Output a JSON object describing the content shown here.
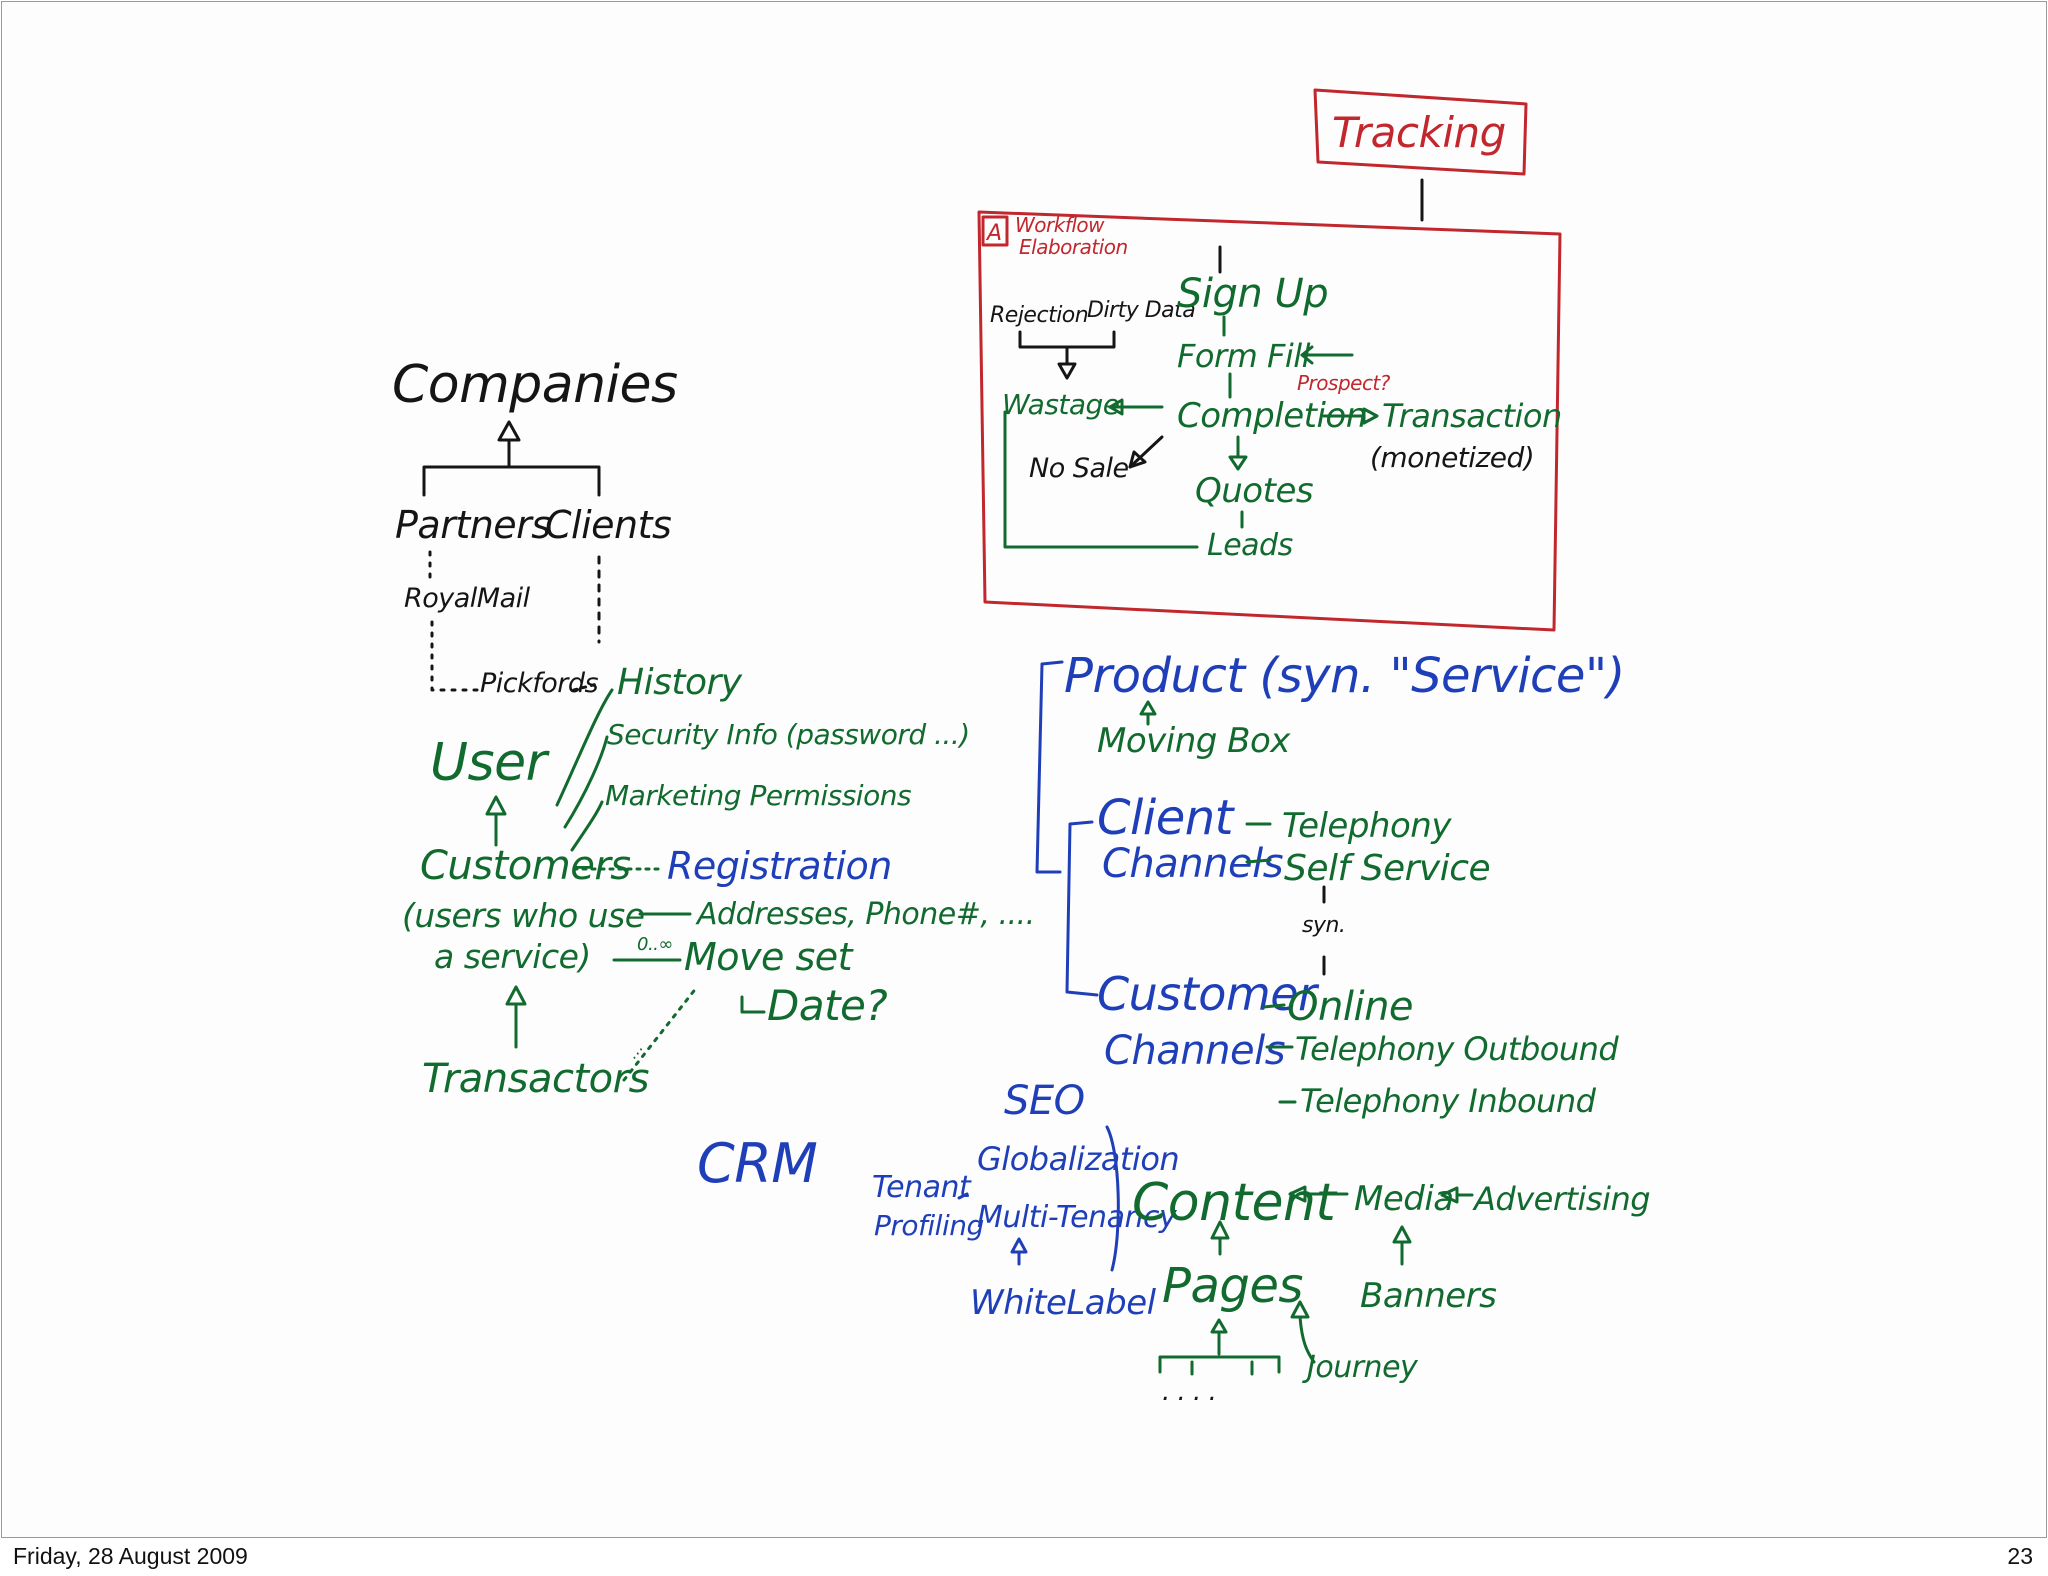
{
  "footer": {
    "date": "Friday, 28 August 2009",
    "page_number": "23"
  },
  "colors": {
    "green": "#116a2e",
    "blue": "#1f3fb8",
    "red": "#c1272d",
    "black": "#151515"
  },
  "whiteboard": {
    "companies": {
      "title": "Companies",
      "partners": "Partners",
      "clients": "Clients",
      "royal_mail": "RoyalMail",
      "pickfords": "Pickfords"
    },
    "user_model": {
      "user": "User",
      "customers": "Customers",
      "customers_note_1": "(users who use",
      "customers_note_2": "a service)",
      "transactors": "Transactors",
      "history": "History",
      "security_info": "Security Info (password ...)",
      "marketing_permissions": "Marketing Permissions",
      "registration": "Registration",
      "addresses": "Addresses, Phone#, ....",
      "multiplicity": "0..∞",
      "move_set": "Move set",
      "date": "Date?",
      "diagonal_note": "…"
    },
    "tracking": {
      "title": "Tracking",
      "section_letter": "A",
      "section_title_1": "Workflow",
      "section_title_2": "Elaboration",
      "rejection": "Rejection",
      "dirty_data": "Dirty Data",
      "sign_up": "Sign Up",
      "form_fill": "Form Fill",
      "prospect": "Prospect?",
      "wastage": "Wastage",
      "completion": "Completion",
      "transaction": "Transaction",
      "monetized": "(monetized)",
      "no_sale": "No Sale",
      "quotes": "Quotes",
      "leads": "Leads"
    },
    "product": {
      "product": "Product (syn. \"Service\")",
      "moving_box": "Moving Box",
      "client_1": "Client",
      "client_2": "Channels",
      "telephony": "Telephony",
      "self_service": "Self Service",
      "syn": "syn.",
      "customer_1": "Customer",
      "customer_2": "Channels",
      "online": "Online",
      "telephony_outbound": "Telephony Outbound",
      "telephony_inbound": "Telephony Inbound"
    },
    "content": {
      "crm": "CRM",
      "seo": "SEO",
      "globalization": "Globalization",
      "multi_tenancy": "Multi-Tenancy",
      "tenant_profiling_1": "Tenant",
      "tenant_profiling_2": "Profiling",
      "white_label": "WhiteLabel",
      "content": "Content",
      "media": "Media",
      "advertising": "Advertising",
      "pages": "Pages",
      "banners": "Banners",
      "journey": "Journey",
      "dots": ". . . ."
    }
  }
}
